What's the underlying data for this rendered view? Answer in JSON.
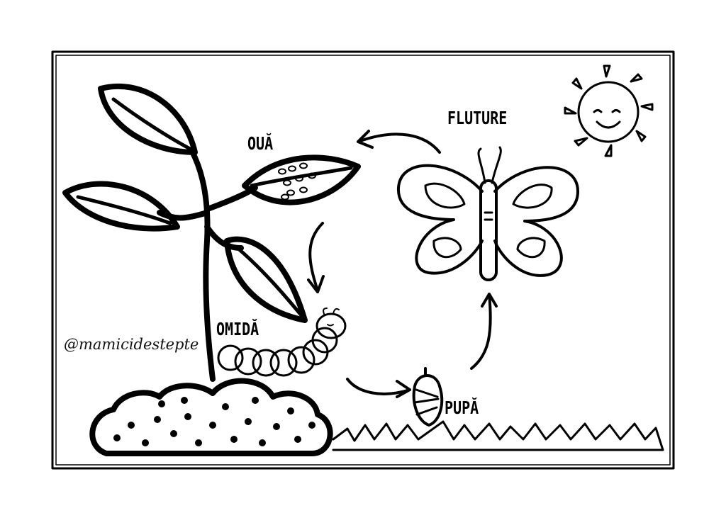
{
  "title": "Butterfly life cycle",
  "labels": {
    "eggs": "OUĂ",
    "butterfly": "FLUTURE",
    "caterpillar": "OMIDĂ",
    "pupa": "PUPĂ"
  },
  "watermark": "@mamicidestepte",
  "colors": {
    "ink": "#000000",
    "background": "#ffffff"
  }
}
